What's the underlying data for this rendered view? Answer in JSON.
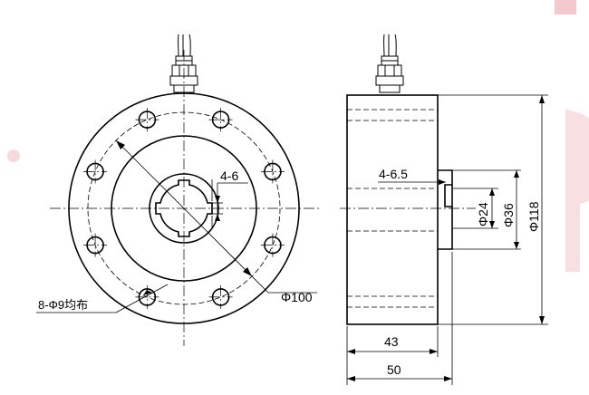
{
  "front_view": {
    "slot_label": "4-6",
    "bolt_holes_label": "8-Φ9均布",
    "bolt_circle_label": "Φ100"
  },
  "side_view": {
    "slot_label": "4-6.5",
    "dim_d24": "Φ24",
    "dim_d36": "Φ36",
    "dim_d118": "Φ118",
    "dim_len43": "43",
    "dim_len50": "50"
  },
  "colors": {
    "line": "#000000",
    "background": "#ffffff",
    "watermark": "#f3c9cf"
  }
}
